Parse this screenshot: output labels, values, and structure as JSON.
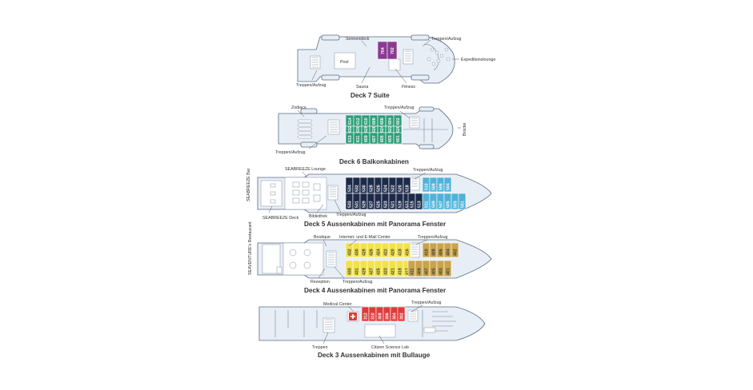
{
  "decks": [
    {
      "title": "Deck 7 Suite",
      "labels": {
        "sonnendeck": "Sonnendeck",
        "treppen_top": "Treppen/Aufzug",
        "expedition": "Expeditionslounge",
        "treppen_left": "Treppen/Aufzug",
        "sauna": "Sauna",
        "fitness": "Fitness",
        "pool": "Pool"
      },
      "cabins": [
        "704",
        "702"
      ],
      "cabin_color": "#8a3a92"
    },
    {
      "title": "Deck 6 Balkonkabinen",
      "labels": {
        "zodiacs": "Zodiacs",
        "treppen_top": "Treppen/Aufzug",
        "treppen_left": "Treppen/Aufzug",
        "bruecke": "Brücke"
      },
      "cabins_top": [
        "614",
        "612",
        "610",
        "608",
        "606",
        "604",
        "602"
      ],
      "cabins_mid": [
        "632",
        "630",
        "628",
        "626",
        "624",
        "622",
        "620"
      ],
      "cabins_bottom": [
        "613",
        "611",
        "609",
        "607",
        "605",
        "603",
        "601"
      ],
      "cabin_color": "#2e9e78"
    },
    {
      "title": "Deck 5 Aussenkabinen mit Panorama Fenster",
      "labels": {
        "lounge": "SEABREEZE Lounge",
        "treppen_top": "Treppen/Aufzug",
        "bar": "SEABREEZE Bar",
        "deck": "SEABREEZE Deck",
        "bibliothek": "Bibliothek",
        "treppen_bottom": "Treppen/Aufzug"
      },
      "cabins_navy_top": [
        "534",
        "532",
        "530",
        "528",
        "526",
        "524",
        "522",
        "520",
        "518"
      ],
      "cabins_navy_bottom": [
        "533",
        "531",
        "529",
        "527",
        "525",
        "523",
        "521",
        "519",
        "517"
      ],
      "cabins_navy_extra": [
        "515",
        "513"
      ],
      "cabins_blue_top": [
        "510",
        "508",
        "506",
        "504"
      ],
      "cabins_blue_bottom": [
        "511",
        "509",
        "507",
        "505",
        "503",
        "501"
      ],
      "navy_color": "#1c2a4a",
      "blue_color": "#4fb3d9"
    },
    {
      "title": "Deck 4 Aussenkabinen mit Panorama Fenster",
      "labels": {
        "boutique": "Boutique",
        "internet": "Internet- und E-Mail Center",
        "treppen_top": "Treppen/Aufzug",
        "restaurant": "SEAVENTURE's Restaurant",
        "rezeption": "Rezeption",
        "treppen_bottom": "Treppen/Aufzug"
      },
      "cabins_yellow_top": [
        "432",
        "430",
        "428",
        "426",
        "424",
        "422",
        "420",
        "418",
        "416"
      ],
      "cabins_yellow_bottom": [
        "433",
        "431",
        "429",
        "427",
        "425",
        "423",
        "421",
        "419",
        "417"
      ],
      "cabins_gold_top": [
        "410",
        "408",
        "406",
        "404",
        "402"
      ],
      "cabins_gold_bottom": [
        "411",
        "409",
        "407",
        "405",
        "403",
        "401"
      ],
      "yellow_color": "#f2e24a",
      "gold_color": "#c9a44a"
    },
    {
      "title": "Deck 3 Aussenkabinen mit Bullauge",
      "labels": {
        "medical": "Medical Center",
        "treppen_top": "Treppen/Aufzug",
        "treppen_bottom": "Treppen",
        "science": "Citizen Science Lab"
      },
      "cabins": [
        "312",
        "310",
        "308",
        "306",
        "304",
        "302"
      ],
      "cabin_color": "#e03a3a",
      "medical_icon": "medical-cross-icon"
    }
  ]
}
